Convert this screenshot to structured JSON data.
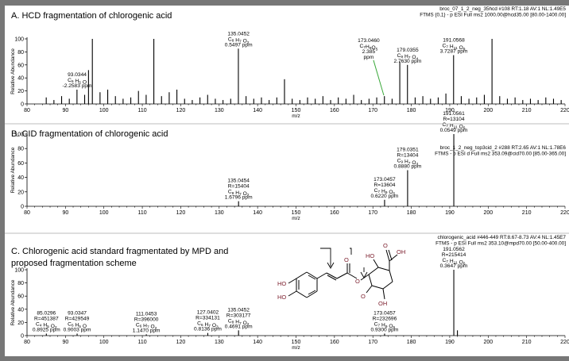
{
  "chart_data": [
    {
      "type": "bar",
      "title": "A. HCD fragmentation of chlorogenic acid",
      "header_lines": [
        "broc_07_1_2_neg_35hcd #108 RT:1.18 AV:1 NL:1.49E5",
        "FTMS {0,1} - p ESI Full ms2 1000.00@hcd35.00 [80.00-1400.00]"
      ],
      "xlabel": "m/z",
      "ylabel": "Relative Abundance",
      "xlim": [
        80,
        220
      ],
      "ylim": [
        0,
        100
      ],
      "xticks": [
        80,
        90,
        100,
        110,
        120,
        130,
        140,
        150,
        160,
        170,
        180,
        190,
        200,
        210,
        220
      ],
      "yticks": [
        0,
        20,
        40,
        60,
        80,
        100
      ],
      "peaks": [
        {
          "mz": 85.0,
          "int": 10
        },
        {
          "mz": 87.0,
          "int": 6
        },
        {
          "mz": 89.0,
          "int": 12
        },
        {
          "mz": 91.0,
          "int": 8
        },
        {
          "mz": 93.0,
          "int": 22
        },
        {
          "mz": 95.0,
          "int": 14
        },
        {
          "mz": 96.0,
          "int": 52
        },
        {
          "mz": 97.0,
          "int": 100
        },
        {
          "mz": 99.0,
          "int": 18
        },
        {
          "mz": 101.0,
          "int": 22
        },
        {
          "mz": 103.0,
          "int": 12
        },
        {
          "mz": 105.0,
          "int": 8
        },
        {
          "mz": 107.0,
          "int": 10
        },
        {
          "mz": 109.0,
          "int": 20
        },
        {
          "mz": 111.0,
          "int": 14
        },
        {
          "mz": 113.0,
          "int": 100
        },
        {
          "mz": 115.0,
          "int": 12
        },
        {
          "mz": 117.0,
          "int": 18
        },
        {
          "mz": 119.0,
          "int": 22
        },
        {
          "mz": 121.0,
          "int": 8
        },
        {
          "mz": 123.0,
          "int": 6
        },
        {
          "mz": 125.0,
          "int": 10
        },
        {
          "mz": 127.0,
          "int": 14
        },
        {
          "mz": 129.0,
          "int": 8
        },
        {
          "mz": 131.0,
          "int": 6
        },
        {
          "mz": 133.0,
          "int": 8
        },
        {
          "mz": 135.0,
          "int": 85
        },
        {
          "mz": 137.0,
          "int": 12
        },
        {
          "mz": 139.0,
          "int": 8
        },
        {
          "mz": 141.0,
          "int": 10
        },
        {
          "mz": 143.0,
          "int": 6
        },
        {
          "mz": 145.0,
          "int": 10
        },
        {
          "mz": 147.0,
          "int": 38
        },
        {
          "mz": 149.0,
          "int": 8
        },
        {
          "mz": 151.0,
          "int": 6
        },
        {
          "mz": 153.0,
          "int": 10
        },
        {
          "mz": 155.0,
          "int": 8
        },
        {
          "mz": 157.0,
          "int": 12
        },
        {
          "mz": 159.0,
          "int": 6
        },
        {
          "mz": 161.0,
          "int": 10
        },
        {
          "mz": 163.0,
          "int": 8
        },
        {
          "mz": 165.0,
          "int": 14
        },
        {
          "mz": 167.0,
          "int": 6
        },
        {
          "mz": 169.0,
          "int": 8
        },
        {
          "mz": 171.0,
          "int": 10
        },
        {
          "mz": 173.0,
          "int": 12
        },
        {
          "mz": 175.0,
          "int": 8
        },
        {
          "mz": 177.0,
          "int": 65
        },
        {
          "mz": 179.0,
          "int": 60
        },
        {
          "mz": 181.0,
          "int": 10
        },
        {
          "mz": 183.0,
          "int": 12
        },
        {
          "mz": 185.0,
          "int": 8
        },
        {
          "mz": 187.0,
          "int": 10
        },
        {
          "mz": 189.0,
          "int": 16
        },
        {
          "mz": 191.0,
          "int": 75
        },
        {
          "mz": 193.0,
          "int": 12
        },
        {
          "mz": 195.0,
          "int": 8
        },
        {
          "mz": 197.0,
          "int": 10
        },
        {
          "mz": 199.0,
          "int": 14
        },
        {
          "mz": 201.0,
          "int": 100
        },
        {
          "mz": 203.0,
          "int": 12
        },
        {
          "mz": 205.0,
          "int": 8
        },
        {
          "mz": 207.0,
          "int": 10
        },
        {
          "mz": 209.0,
          "int": 6
        },
        {
          "mz": 211.0,
          "int": 8
        },
        {
          "mz": 213.0,
          "int": 6
        },
        {
          "mz": 215.0,
          "int": 10
        },
        {
          "mz": 217.0,
          "int": 8
        },
        {
          "mz": 219.0,
          "int": 6
        }
      ],
      "annotations": [
        {
          "mz": 93.0344,
          "y": 22,
          "lines": [
            "93.0344",
            "C6 H5 O",
            "-2.2583 ppm"
          ]
        },
        {
          "mz": 135.0452,
          "y": 85,
          "lines": [
            "135.0452",
            "C8 H7 O2",
            "0.5497 ppm"
          ]
        },
        {
          "mz": 173.046,
          "y": 12,
          "lines": [
            "173.0460",
            "C7H9O5",
            "2.385",
            "ppm"
          ],
          "offset": "left-raised",
          "leader": true
        },
        {
          "mz": 179.0355,
          "y": 60,
          "lines": [
            "179.0355",
            "C9 H7 O4",
            "2.7630 ppm"
          ]
        },
        {
          "mz": 191.0568,
          "y": 75,
          "lines": [
            "191.0568",
            "C7 H11 O6",
            "3.7287 ppm"
          ]
        }
      ]
    },
    {
      "type": "bar",
      "title": "B. CID fragmentation of chlorogenic acid",
      "header_lines": [
        "broc_1_2_neg_top3cid_2 #288 RT:2.65 AV:1 NL:1.78E6",
        "FTMS - p ESI d Full ms2 353.09@cid70.00 [85.00-365.00]"
      ],
      "xlabel": "m/z",
      "ylabel": "Relative Abundance",
      "xlim": [
        80,
        220
      ],
      "ylim": [
        0,
        100
      ],
      "xticks": [
        80,
        90,
        100,
        110,
        120,
        130,
        140,
        150,
        160,
        170,
        180,
        190,
        200,
        210,
        220
      ],
      "yticks": [
        0,
        20,
        40,
        60,
        80,
        100
      ],
      "peaks": [
        {
          "mz": 135.0454,
          "int": 7
        },
        {
          "mz": 173.0457,
          "int": 9
        },
        {
          "mz": 179.0351,
          "int": 50
        },
        {
          "mz": 191.0561,
          "int": 100
        }
      ],
      "annotations": [
        {
          "mz": 135.0454,
          "y": 7,
          "lines": [
            "135.0454",
            "R=15404",
            "C8 H7 O2",
            "1.6796 ppm"
          ]
        },
        {
          "mz": 173.0457,
          "y": 9,
          "lines": [
            "173.0457",
            "R=13604",
            "C7 H9 O5",
            "0.6220 ppm"
          ]
        },
        {
          "mz": 179.0351,
          "y": 50,
          "lines": [
            "179.0351",
            "R=13404",
            "C9 H7 O4",
            "0.8880 ppm"
          ]
        },
        {
          "mz": 191.0561,
          "y": 100,
          "lines": [
            "191.0561",
            "R=13104",
            "C7 H11 O6",
            "0.0549 ppm"
          ]
        }
      ]
    },
    {
      "type": "bar",
      "title": "C. Chlorogenic acid standard fragmentated by MPD and",
      "title_line2": "proposed fragmentation scheme",
      "header_lines": [
        "chlorogenic_acid #446-449 RT:8.67-8.73 AV:4 NL:1.45E7",
        "FTMS - p ESI Full ms2 353.10@mpd70.00 [50.00-400.00]"
      ],
      "xlabel": "m/z",
      "ylabel": "Relative Abundance",
      "xlim": [
        80,
        220
      ],
      "ylim": [
        0,
        100
      ],
      "xticks": [
        80,
        90,
        100,
        110,
        120,
        130,
        140,
        150,
        160,
        170,
        180,
        190,
        200,
        210,
        220
      ],
      "yticks": [
        0,
        20,
        40,
        60,
        80,
        100
      ],
      "peaks": [
        {
          "mz": 85.0296,
          "int": 3
        },
        {
          "mz": 93.0347,
          "int": 3
        },
        {
          "mz": 111.0453,
          "int": 2
        },
        {
          "mz": 127.0402,
          "int": 4
        },
        {
          "mz": 135.0452,
          "int": 8
        },
        {
          "mz": 173.0457,
          "int": 3
        },
        {
          "mz": 191.0562,
          "int": 100
        },
        {
          "mz": 192.0,
          "int": 8
        }
      ],
      "annotations": [
        {
          "mz": 85.0296,
          "y": 3,
          "lines": [
            "85.0296",
            "R=451387",
            "C4 H5 O2",
            "0.8925 ppm"
          ]
        },
        {
          "mz": 93.0347,
          "y": 3,
          "lines": [
            "93.0347",
            "R=429549",
            "C6 H5 O",
            "0.9003 ppm"
          ]
        },
        {
          "mz": 111.0453,
          "y": 2,
          "lines": [
            "111.0453",
            "R=396000",
            "C6 H7 O2",
            "1.1470 ppm"
          ]
        },
        {
          "mz": 127.0402,
          "y": 4,
          "lines": [
            "127.0402",
            "R=334131",
            "C6 H7 O3",
            "0.8136 ppm"
          ]
        },
        {
          "mz": 135.0452,
          "y": 8,
          "lines": [
            "135.0452",
            "R=303177",
            "C8 H7 O2",
            "0.4691 ppm"
          ]
        },
        {
          "mz": 173.0457,
          "y": 3,
          "lines": [
            "173.0457",
            "R=232696",
            "C7 H9 O5",
            "0.9300 ppm"
          ]
        },
        {
          "mz": 191.0562,
          "y": 100,
          "lines": [
            "191.0562",
            "R=215414",
            "C7 H11 O6",
            "0.3647 ppm"
          ]
        }
      ],
      "structure_labels": {
        "ho1": "HO",
        "ho2": "HO",
        "ho3": "HO",
        "oh1": "OH",
        "oh2": "OH",
        "o1": "O",
        "o2": "O",
        "o3": "O",
        "o4": "O"
      },
      "structure_colors": {
        "bond": "#000000",
        "hetero": "#7b1d2c"
      }
    }
  ]
}
